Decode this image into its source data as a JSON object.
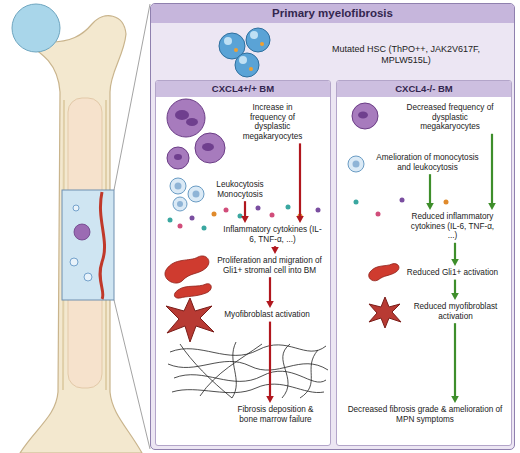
{
  "diagram": {
    "nodes": [
      {
        "text": [
          "Primary myelofibrosis",
          "Mutated HSC (ThPO++, JAK2V617F, MPLW515L)"
        ]
      },
      {
        "text": [
          "CXCL4+/+ BM"
        ],
        "in": 0
      },
      {
        "text": [
          "Increase in frequency of dysplastic megakaryocytes"
        ],
        "in": 1
      },
      {
        "text": [
          "Leukocytosis Monocytosis"
        ],
        "in": 1
      },
      {
        "text": [
          "Inflammatory cytokines (IL-6, TNF-α, ...)"
        ],
        "in": 1
      },
      {
        "text": [
          "Proliferation and migration of Gli1+ stromal cell into BM"
        ],
        "in": 1
      },
      {
        "text": [
          "Myofibroblast activation"
        ],
        "in": 1
      },
      {
        "text": [
          "Fibrosis deposition & bone marrow failure"
        ],
        "in": 1
      },
      {
        "text": [
          "CXCL4-/- BM"
        ],
        "in": 0
      },
      {
        "text": [
          "Decreased frequency of dysplastic megakaryocytes"
        ],
        "in": 8
      },
      {
        "text": [
          "Amelioration of monocytosis and leukocytosis"
        ],
        "in": 8
      },
      {
        "text": [
          "Reduced inflammatory cytokines (IL-6, TNF-α, ...)"
        ],
        "in": 8
      },
      {
        "text": [
          "Reduced Gli1+ activation"
        ],
        "in": 8
      },
      {
        "text": [
          "Reduced myofibroblast activation"
        ],
        "in": 8
      },
      {
        "text": [
          "Decreased fibrosis grade & amelioration of MPN symptoms"
        ],
        "in": 8
      }
    ],
    "edges": [
      {
        "from": 2,
        "to": 4,
        "arrow": "to"
      },
      {
        "from": 3,
        "to": 4,
        "arrow": "to"
      },
      {
        "from": 4,
        "to": 5,
        "arrow": "to"
      },
      {
        "from": 5,
        "to": 6,
        "arrow": "to"
      },
      {
        "from": 6,
        "to": 7,
        "arrow": "to"
      },
      {
        "from": 9,
        "to": 11,
        "arrow": "to"
      },
      {
        "from": 10,
        "to": 11,
        "arrow": "to"
      },
      {
        "from": 11,
        "to": 12,
        "arrow": "to"
      },
      {
        "from": 12,
        "to": 13,
        "arrow": "to"
      },
      {
        "from": 13,
        "to": 14,
        "arrow": "to"
      }
    ]
  }
}
